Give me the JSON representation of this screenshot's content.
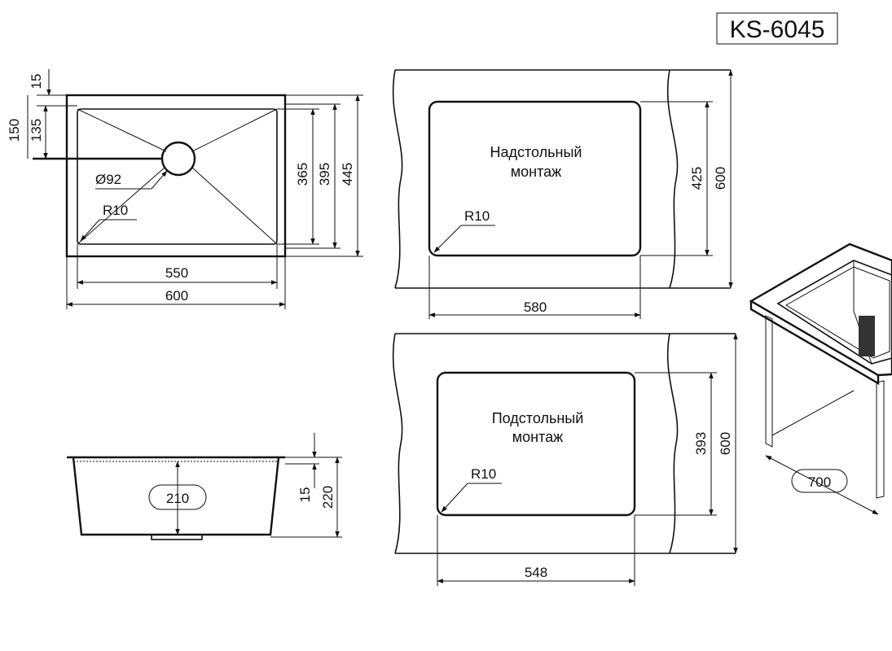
{
  "title": "KS-6045",
  "top_view": {
    "dims": {
      "d15": "15",
      "d150": "150",
      "d135": "135",
      "drain": "Ø92",
      "radius": "R10",
      "d365": "365",
      "d395": "395",
      "d445": "445",
      "d550": "550",
      "d600": "600"
    }
  },
  "side_view": {
    "depth": "210",
    "d15": "15",
    "d220": "220"
  },
  "overmount": {
    "label_line1": "Надстольный",
    "label_line2": "монтаж",
    "radius": "R10",
    "width": "580",
    "height": "425",
    "cabinet_depth": "600"
  },
  "undermount": {
    "label_line1": "Подстольный",
    "label_line2": "монтаж",
    "radius": "R10",
    "width": "548",
    "height": "393",
    "cabinet_depth": "600"
  },
  "cabinet": {
    "width": "700"
  }
}
